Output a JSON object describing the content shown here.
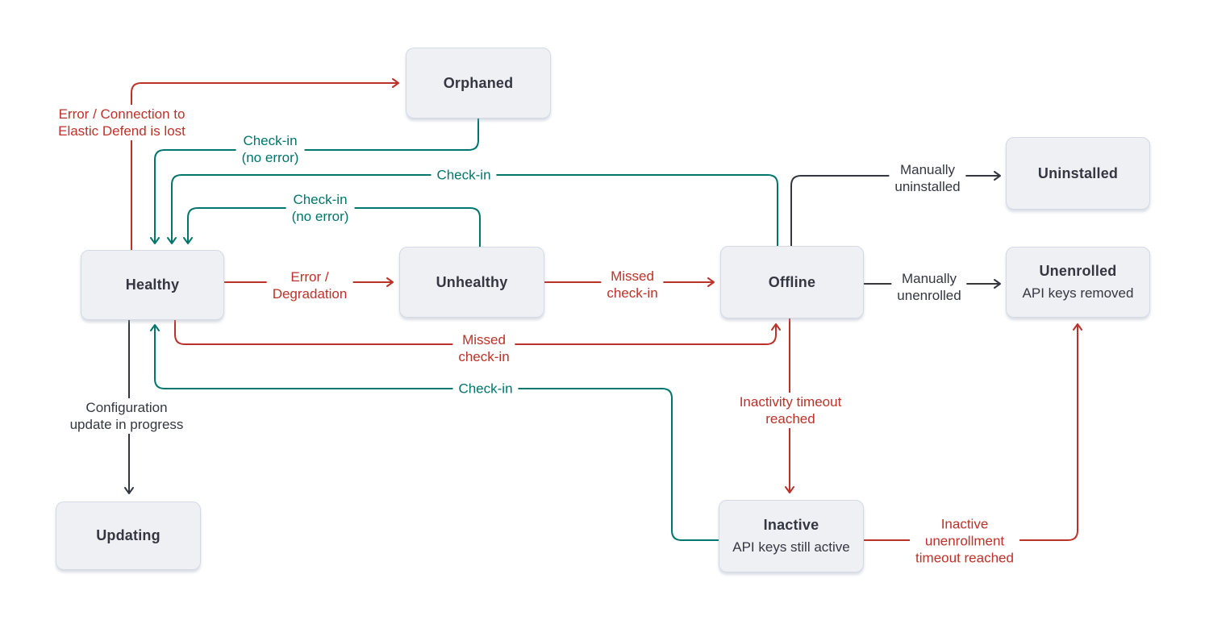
{
  "colors": {
    "red": "#bd3128",
    "teal": "#00756b",
    "dark": "#343741",
    "node_bg": "#eef0f3",
    "node_border": "#d3dae6",
    "background": "#ffffff"
  },
  "nodes": {
    "orphaned": {
      "label": "Orphaned"
    },
    "healthy": {
      "label": "Healthy"
    },
    "unhealthy": {
      "label": "Unhealthy"
    },
    "offline": {
      "label": "Offline"
    },
    "uninstalled": {
      "label": "Uninstalled"
    },
    "unenrolled": {
      "label": "Unenrolled",
      "sublabel": "API keys removed"
    },
    "inactive": {
      "label": "Inactive",
      "sublabel": "API keys still active"
    },
    "updating": {
      "label": "Updating"
    }
  },
  "edges": {
    "healthy_to_orphaned": {
      "color": "red",
      "label_lines": [
        "Error / Connection to",
        "Elastic Defend is lost"
      ]
    },
    "orphaned_to_healthy": {
      "color": "teal",
      "label_lines": [
        "Check-in",
        "(no error)"
      ]
    },
    "offline_to_healthy": {
      "color": "teal",
      "label_lines": [
        "Check-in"
      ]
    },
    "unhealthy_to_healthy": {
      "color": "teal",
      "label_lines": [
        "Check-in",
        "(no error)"
      ]
    },
    "healthy_to_unhealthy": {
      "color": "red",
      "label_lines": [
        "Error /",
        "Degradation"
      ]
    },
    "unhealthy_to_offline": {
      "color": "red",
      "label_lines": [
        "Missed",
        "check-in"
      ]
    },
    "healthy_to_offline": {
      "color": "red",
      "label_lines": [
        "Missed",
        "check-in"
      ]
    },
    "inactive_to_healthy": {
      "color": "teal",
      "label_lines": [
        "Check-in"
      ]
    },
    "healthy_to_updating": {
      "color": "dark",
      "label_lines": [
        "Configuration",
        "update in progress"
      ]
    },
    "offline_to_inactive": {
      "color": "red",
      "label_lines": [
        "Inactivity timeout",
        "reached"
      ]
    },
    "offline_to_uninstalled": {
      "color": "dark",
      "label_lines": [
        "Manually",
        "uninstalled"
      ]
    },
    "offline_to_unenrolled": {
      "color": "dark",
      "label_lines": [
        "Manually",
        "unenrolled"
      ]
    },
    "inactive_to_unenrolled": {
      "color": "red",
      "label_lines": [
        "Inactive",
        "unenrollment",
        "timeout reached"
      ]
    }
  }
}
